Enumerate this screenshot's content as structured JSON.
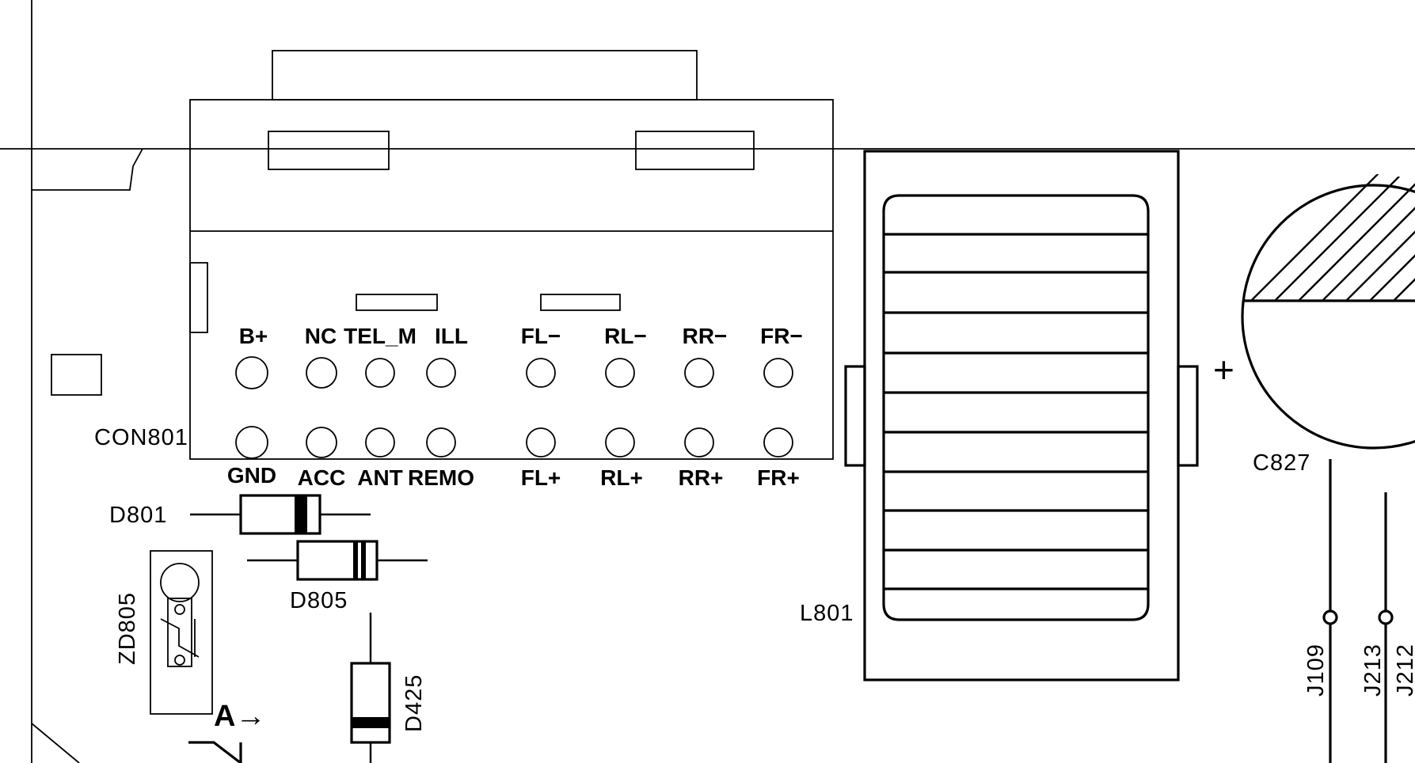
{
  "labels": {
    "con801": "CON801",
    "d801": "D801",
    "d805": "D805",
    "zd805": "ZD805",
    "d425": "D425",
    "l801": "L801",
    "c827": "C827",
    "j109": "J109",
    "j213": "J213",
    "j212": "J212",
    "arrow_marker": "A→"
  },
  "connector": {
    "top_pins": [
      "B+",
      "NC",
      "TEL_M",
      "ILL",
      "FL−",
      "RL−",
      "RR−",
      "FR−"
    ],
    "bottom_pins": [
      "GND",
      "ACC",
      "ANT",
      "REMO",
      "FL+",
      "RL+",
      "RR+",
      "FR+"
    ]
  },
  "capacitor_polarity": "+",
  "colors": {
    "ink": "#000000",
    "paper": "#ffffff"
  }
}
